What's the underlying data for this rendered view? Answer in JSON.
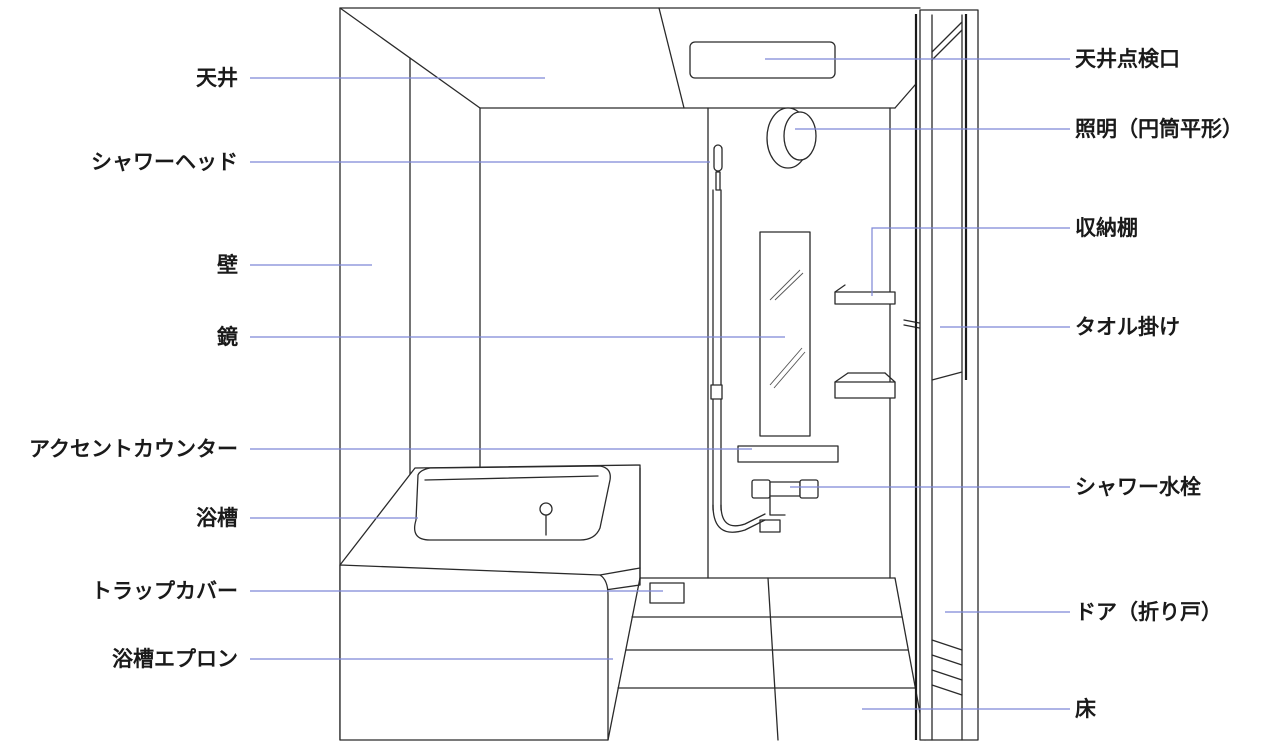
{
  "labels": {
    "ceiling": "天井",
    "shower_head": "シャワーヘッド",
    "wall": "壁",
    "mirror": "鏡",
    "accent_counter": "アクセントカウンター",
    "bathtub": "浴槽",
    "trap_cover": "トラップカバー",
    "bathtub_apron": "浴槽エプロン",
    "ceiling_hatch": "天井点検口",
    "lighting": "照明（円筒平形）",
    "storage_shelf": "収納棚",
    "towel_bar": "タオル掛け",
    "shower_faucet": "シャワー水栓",
    "door": "ドア（折り戸）",
    "floor": "床"
  },
  "colors": {
    "leader_line": "#7d86d6",
    "drawing_line": "#2a2a2a",
    "label_text": "#1a1a1a"
  }
}
